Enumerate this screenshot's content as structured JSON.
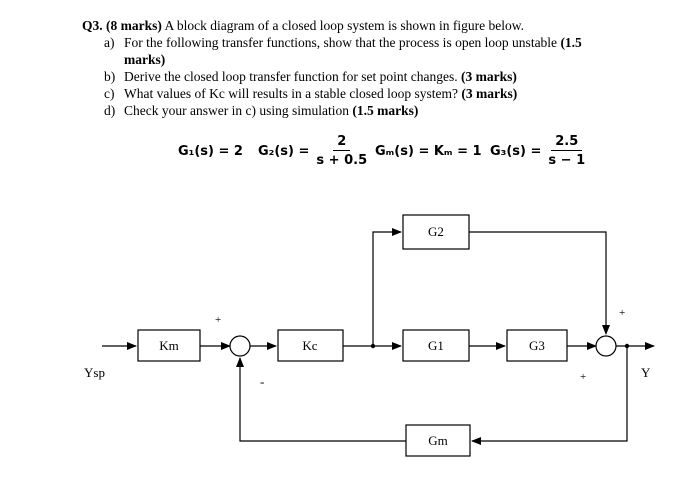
{
  "question": {
    "number": "Q3.",
    "marks": "(8 marks)",
    "intro": " A block diagram of a closed loop system is shown in figure below."
  },
  "parts": [
    {
      "letter": "a)",
      "text": "For the following transfer functions, show that the process is open loop unstable",
      "marks": "(1.5",
      "marks_cont": "marks)"
    },
    {
      "letter": "b)",
      "text": "Derive the closed loop transfer function for set point changes.",
      "marks": "(3 marks)"
    },
    {
      "letter": "c)",
      "text": "What values of Kc will results in a stable closed loop system?",
      "marks": "(3 marks)"
    },
    {
      "letter": "d)",
      "text": "Check your answer in c) using simulation",
      "marks": "(1.5 marks)"
    }
  ],
  "transfer_functions": {
    "g1": "G₁(s) = 2",
    "g2_lhs": "G₂(s) =",
    "g2_num": "2",
    "g2_den": "s + 0.5",
    "gm": "Gₘ(s) = Kₘ = 1",
    "g3_lhs": "G₃(s) =",
    "g3_num": "2.5",
    "g3_den": "s − 1"
  },
  "diagram": {
    "blocks": {
      "km": "Km",
      "kc": "Kc",
      "g1": "G1",
      "g2": "G2",
      "g3": "G3",
      "gm": "Gm"
    },
    "input_label": "Ysp",
    "output_label": "Y",
    "signs": {
      "sp_plus": "+",
      "fb_minus": "-",
      "g2_plus": "+",
      "g3_plus": "+"
    }
  }
}
